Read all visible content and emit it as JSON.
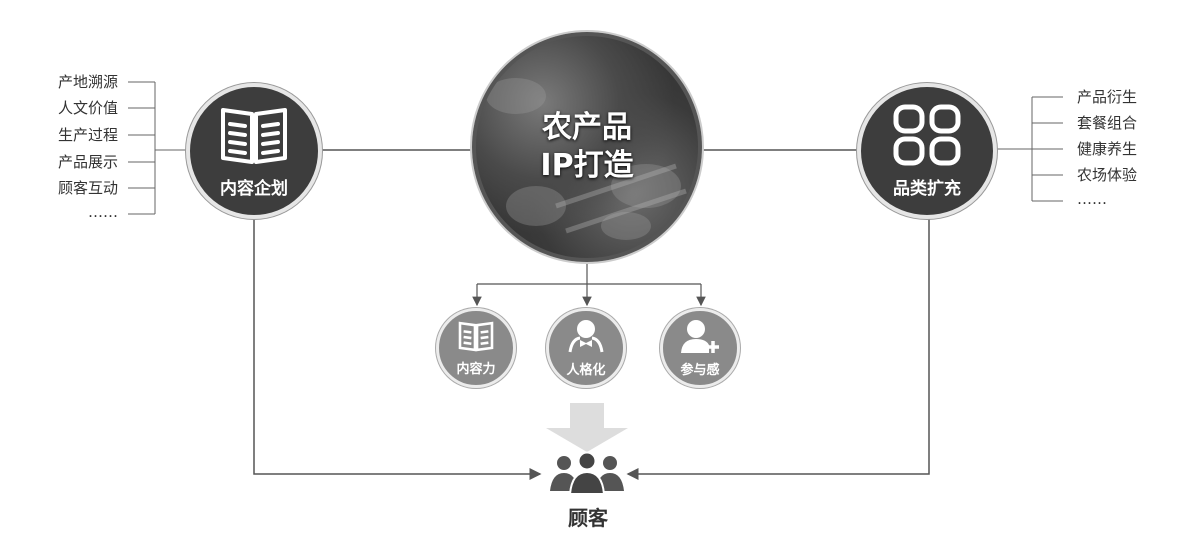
{
  "center": {
    "title_line1": "农产品",
    "title_line2": "IP打造"
  },
  "left_node": {
    "label": "内容企划",
    "icon": "open-book-icon",
    "items": [
      "产地溯源",
      "人文价值",
      "生产过程",
      "产品展示",
      "顾客互动",
      "……"
    ]
  },
  "right_node": {
    "label": "品类扩充",
    "icon": "four-squares-icon",
    "items": [
      "产品衍生",
      "套餐组合",
      "健康养生",
      "农场体验",
      "……"
    ]
  },
  "sub_nodes": [
    {
      "label": "内容力",
      "icon": "book-icon"
    },
    {
      "label": "人格化",
      "icon": "person-bowtie-icon"
    },
    {
      "label": "参与感",
      "icon": "person-plus-icon"
    }
  ],
  "customer": {
    "label": "顾客",
    "icon": "people-group-icon"
  },
  "colors": {
    "dark_circle": "#3d3d3d",
    "small_circle": "#8a8a8a",
    "line": "#555555",
    "arrow": "#dddddd"
  }
}
